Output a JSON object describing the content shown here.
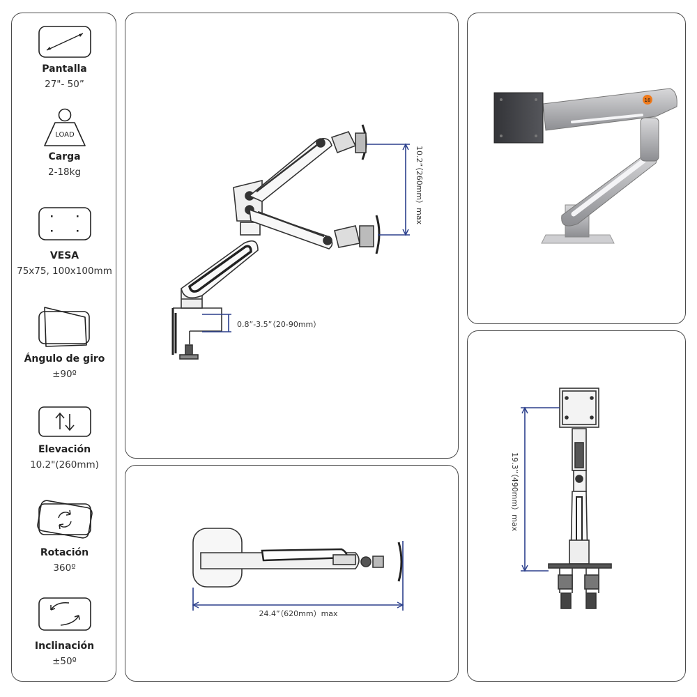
{
  "specs": [
    {
      "icon": "diagonal-screen-icon",
      "label": "Pantalla",
      "value": "27\"- 50”"
    },
    {
      "icon": "load-weight-icon",
      "label": "Carga",
      "value": "2-18kg",
      "icon_text": "LOAD"
    },
    {
      "icon": "vesa-pattern-icon",
      "label": "VESA",
      "value": "75x75, 100x100mm"
    },
    {
      "icon": "swivel-icon",
      "label": "Ángulo de giro",
      "value": "±90º"
    },
    {
      "icon": "up-down-arrows-icon",
      "label": "Elevación",
      "value": "10.2\"(260mm)"
    },
    {
      "icon": "rotation-icon",
      "label": "Rotación",
      "value": "360º"
    },
    {
      "icon": "tilt-icon",
      "label": "Inclinación",
      "value": "±50º"
    }
  ],
  "dimensions": {
    "lift_range": "10.2”（260mm）max",
    "clamp_thickness": "0.8”-3.5”（20-90mm）",
    "arm_reach": "24.4”（620mm）max",
    "max_height": "19.3”（490mm）max"
  },
  "photo_logo": "18",
  "colors": {
    "dimension_line": "#2b3f8c",
    "panel_border": "#4a4a4a",
    "photo_accent": "#f07a1a"
  }
}
